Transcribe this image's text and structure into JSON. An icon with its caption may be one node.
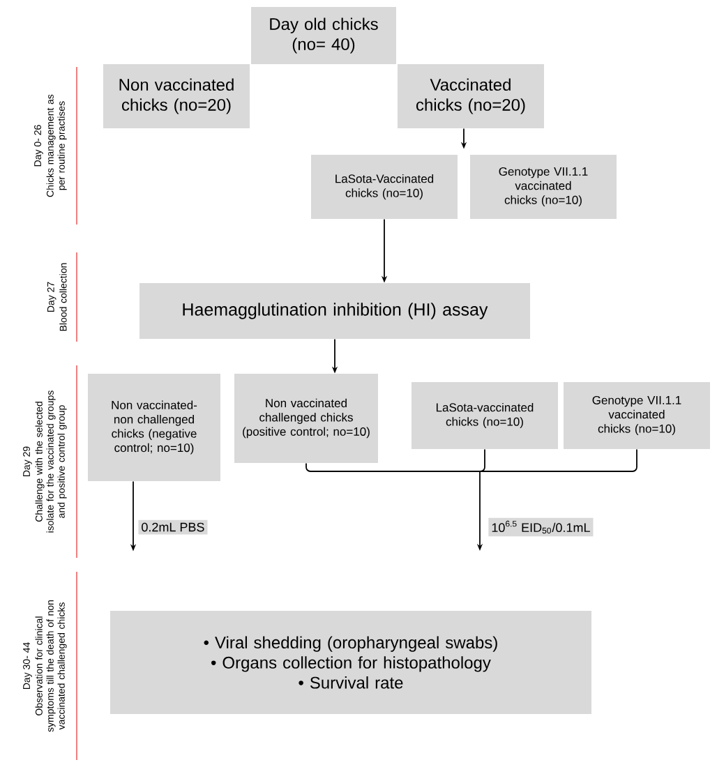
{
  "diagram": {
    "nodes": [
      {
        "text": [
          "Day old chicks (no= 40)"
        ]
      },
      {
        "text": [
          "Non vaccinated chicks (no=20)"
        ]
      },
      {
        "text": [
          "Vaccinated chicks (no=20)"
        ]
      },
      {
        "text": [
          "LaSota-Vaccinated chicks (no=10)"
        ]
      },
      {
        "text": [
          "Genotype VII.1.1 vaccinated chicks (no=10)"
        ]
      },
      {
        "text": [
          "Haemagglutination inhibition (HI) assay"
        ]
      },
      {
        "text": [
          "Non vaccinated-non challenged chicks (negative control; no=10)"
        ]
      },
      {
        "text": [
          "Non vaccinated challenged chicks (positive control; no=10)"
        ]
      },
      {
        "text": [
          "LaSota-vaccinated chicks (no=10)"
        ]
      },
      {
        "text": [
          "Genotype VII.1.1 vaccinated chicks (no=10)"
        ]
      },
      {
        "text": [
          "• Viral shedding (oropharyngeal swabs)",
          "• Organs collection for histopathology",
          "• Survival rate"
        ]
      }
    ],
    "edges": [
      {
        "from": 2,
        "to": 3,
        "arrow": "to"
      },
      {
        "from": 3,
        "to": 5,
        "arrow": "to"
      },
      {
        "from": 5,
        "to": 7,
        "arrow": "to"
      },
      {
        "from": 6,
        "to": null,
        "arrow": "to",
        "label": "0.2mL PBS"
      },
      {
        "from": 7,
        "to": null,
        "arrow": "to"
      },
      {
        "from": 8,
        "to": null,
        "arrow": "to",
        "label": "10$^{6.5}$ EID$_{50}$/0.1mL"
      },
      {
        "from": 9,
        "to": null,
        "arrow": "to"
      }
    ],
    "labels": [
      "Day 0- 26",
      "Chicks management as per routine practises",
      "Day 27",
      "Blood collection",
      "Day 29",
      "Challenge with the selected isolate for the vaccinated groups and positive control group",
      "Day 30- 44",
      "Observation for clinical symptoms till the death of non vaccinated challenged chicks"
    ]
  }
}
